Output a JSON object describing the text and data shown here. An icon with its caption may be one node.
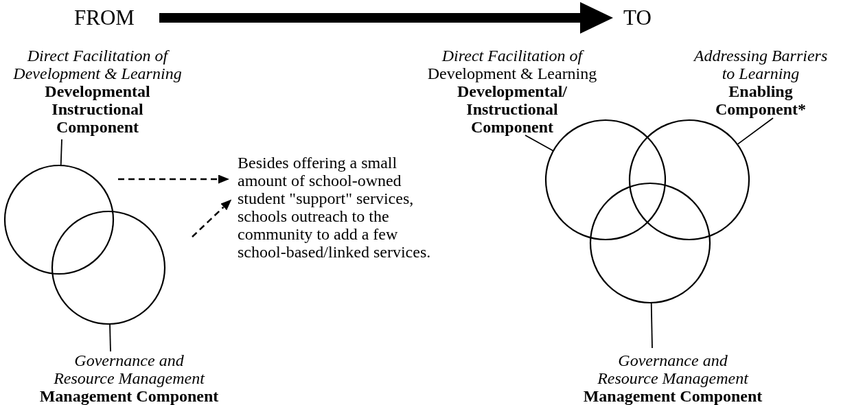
{
  "diagram": {
    "nodes": [
      {
        "text": [
          "FROM"
        ]
      },
      {
        "text": [
          "TO"
        ]
      },
      {
        "text": [
          "Direct Facilitation of Development & Learning",
          "Developmental Instructional Component"
        ]
      },
      {
        "text": [],
        "shape": "circle"
      },
      {
        "text": [],
        "shape": "circle"
      },
      {
        "text": [
          "Governance and Resource Management",
          "Management Component"
        ]
      },
      {
        "text": [
          "Besides offering a small amount of school-owned student \"support\" services, schools outreach to the community to add a few school-based/linked services."
        ]
      },
      {
        "text": [
          "*Direct Facilitation of* Development & Learning",
          "Developmental/ Instructional Component"
        ]
      },
      {
        "text": [
          "Addressing Barriers to Learning",
          "Enabling Component*"
        ]
      },
      {
        "text": [],
        "shape": "circle"
      },
      {
        "text": [],
        "shape": "circle"
      },
      {
        "text": [],
        "shape": "circle"
      },
      {
        "text": [
          "Governance and Resource Management",
          "Management Component"
        ]
      }
    ],
    "edges": [
      {
        "from": 0,
        "to": 1,
        "arrow": "to",
        "style": "thick"
      },
      {
        "from": 2,
        "to": 3,
        "arrow": "none"
      },
      {
        "from": 5,
        "to": 4,
        "arrow": "none"
      },
      {
        "from": null,
        "to": 6,
        "arrow": "to",
        "style": "dashed"
      },
      {
        "from": null,
        "to": 6,
        "arrow": "to",
        "style": "dashed"
      },
      {
        "from": 7,
        "to": 9,
        "arrow": "none"
      },
      {
        "from": 8,
        "to": 10,
        "arrow": "none"
      },
      {
        "from": 12,
        "to": 11,
        "arrow": "none"
      }
    ]
  }
}
